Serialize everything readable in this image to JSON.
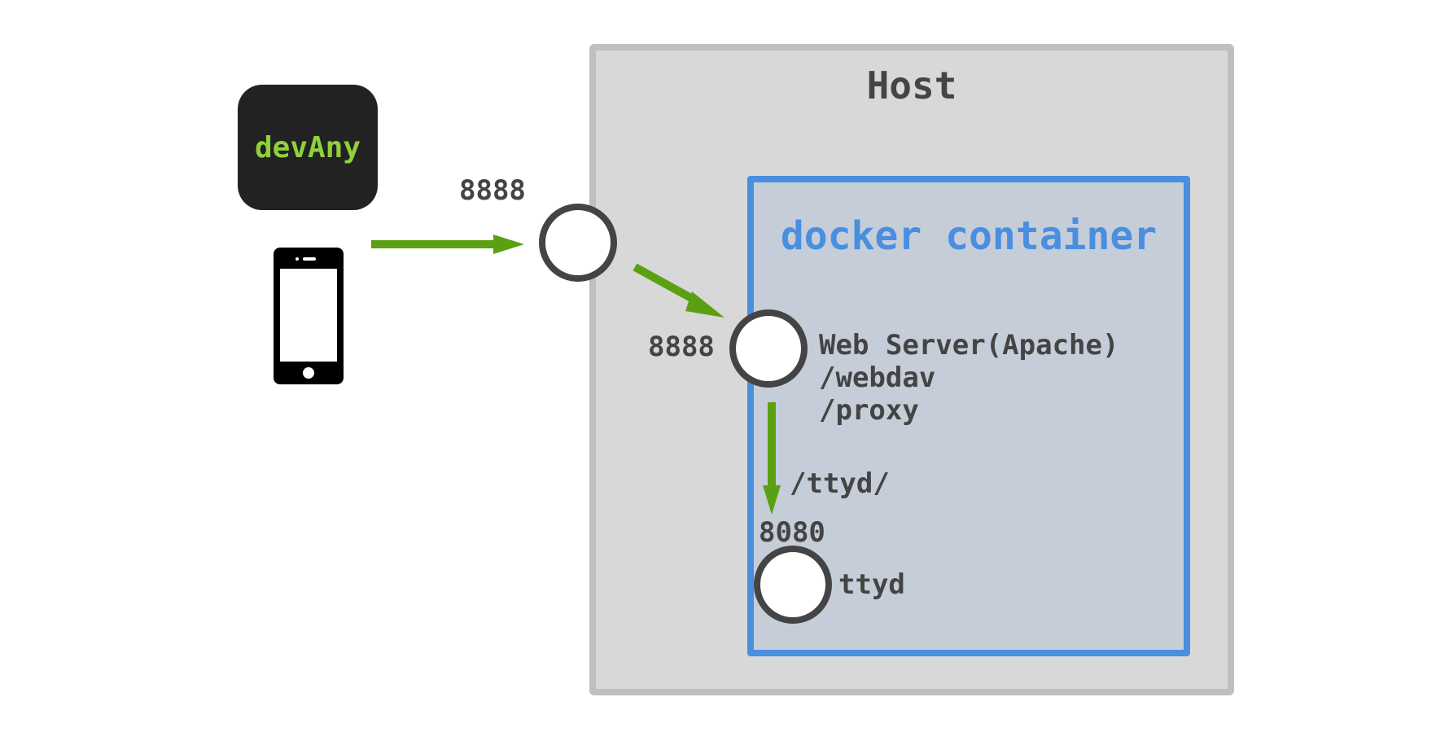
{
  "host": {
    "title": "Host"
  },
  "container": {
    "title": "docker container"
  },
  "app": {
    "name": "devAny"
  },
  "ports": {
    "host_port": "8888",
    "container_port": "8888",
    "ttyd_port": "8080"
  },
  "web_server": {
    "name": "Web Server(Apache)",
    "paths": [
      "/webdav",
      "/proxy"
    ]
  },
  "route": {
    "path": "/ttyd/"
  },
  "ttyd": {
    "name": "ttyd"
  },
  "colors": {
    "arrow": "#5aa012",
    "container_border": "#4a8ee0",
    "host_border": "#bfbfbf",
    "node_border": "#444444",
    "app_text": "#8ed13a"
  },
  "icons": [
    "smartphone-icon"
  ]
}
